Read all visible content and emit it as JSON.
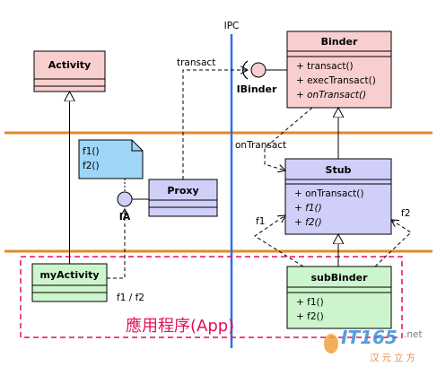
{
  "ipc_label": "IPC",
  "classes": {
    "activity": {
      "name": "Activity"
    },
    "binder": {
      "name": "Binder",
      "members": [
        "+ transact()",
        "+ execTransact()",
        "+ onTransact()"
      ]
    },
    "stub": {
      "name": "Stub",
      "members": [
        "+ onTransact()",
        "+ f1()",
        "+ f2()"
      ]
    },
    "proxy": {
      "name": "Proxy"
    },
    "my_activity": {
      "name": "myActivity"
    },
    "sub_binder": {
      "name": "subBinder",
      "members": [
        "+ f1()",
        "+ f2()"
      ]
    }
  },
  "note": {
    "lines": [
      "f1()",
      "f2()"
    ]
  },
  "interfaces": {
    "ibinder": "IBinder",
    "ia": "IA"
  },
  "edge_labels": {
    "transact": "transact",
    "on_transact": "onTransact",
    "f1": "f1",
    "f2": "f2",
    "f1_f2": "f1  /  f2"
  },
  "app_label": "應用程序(App)",
  "watermark": {
    "brand": "IT165",
    "suffix": ".net",
    "chinese": "汉元立方"
  },
  "colors": {
    "activity_fill": "#f9cece",
    "stub_fill": "#cfcff9",
    "green_fill": "#cdf5cd",
    "note_fill": "#9fd5f5",
    "separator": "#e08a2c",
    "ipc_line": "#2e6fe0",
    "app_border": "#e0105a"
  }
}
